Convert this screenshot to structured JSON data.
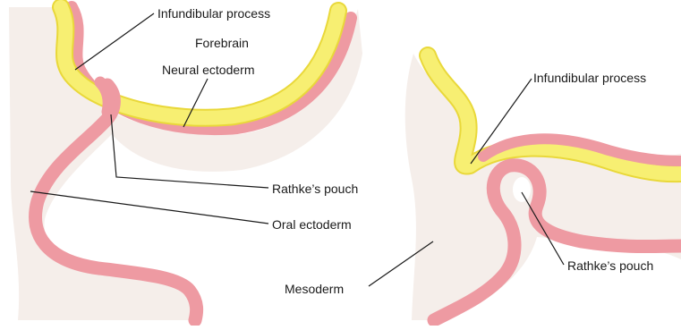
{
  "left_panel": {
    "labels": {
      "infundibular_process": "Infundibular process",
      "forebrain": "Forebrain",
      "neural_ectoderm": "Neural ectoderm",
      "rathkes_pouch": "Rathke’s pouch",
      "oral_ectoderm": "Oral ectoderm"
    }
  },
  "right_panel": {
    "labels": {
      "infundibular_process": "Infundibular process",
      "mesoderm": "Mesoderm",
      "rathkes_pouch": "Rathke’s pouch"
    }
  },
  "colors": {
    "neural_ectoderm": "#f7ef72",
    "oral_ectoderm": "#ee9aa2",
    "mesoderm": "#f5eeea"
  }
}
